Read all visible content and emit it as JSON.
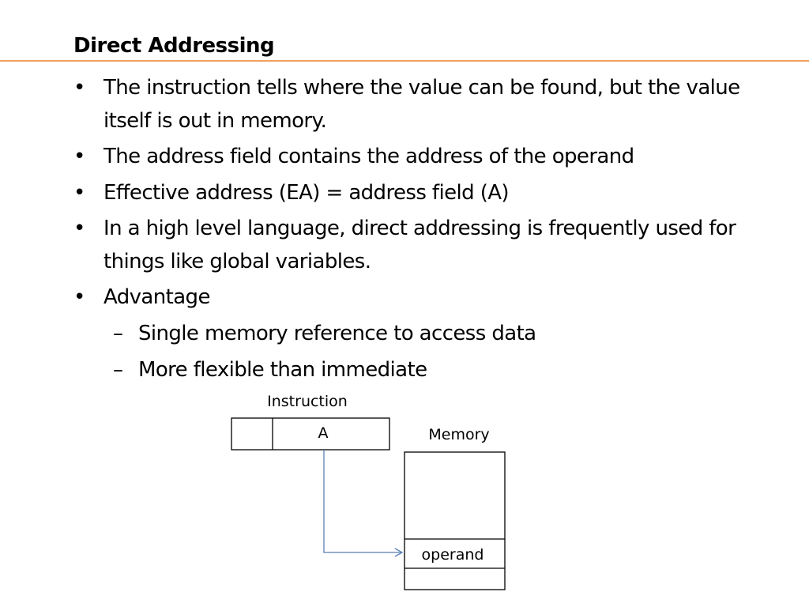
{
  "slide": {
    "title": "Direct Addressing",
    "accent_color": "#F0A060"
  },
  "bullets": [
    {
      "marker": "•",
      "text": "The instruction tells where the value can be found, but the value itself is out in memory.",
      "level": 1
    },
    {
      "marker": "•",
      "text": "The address field contains the address of the operand",
      "level": 1
    },
    {
      "marker": "•",
      "text": "Effective address (EA) = address field (A)",
      "level": 1
    },
    {
      "marker": "•",
      "text": "In a high level language, direct addressing is frequently used for things like global variables.",
      "level": 1
    },
    {
      "marker": "•",
      "text": "Advantage",
      "level": 1
    },
    {
      "marker": "–",
      "text": "Single memory reference to access data",
      "level": 2
    },
    {
      "marker": "–",
      "text": "More flexible than immediate",
      "level": 2
    }
  ],
  "diagram": {
    "instruction_label": "Instruction",
    "address_field_label": "A",
    "memory_label": "Memory",
    "operand_label": "operand",
    "arrow_color": "#5B7FB5"
  }
}
